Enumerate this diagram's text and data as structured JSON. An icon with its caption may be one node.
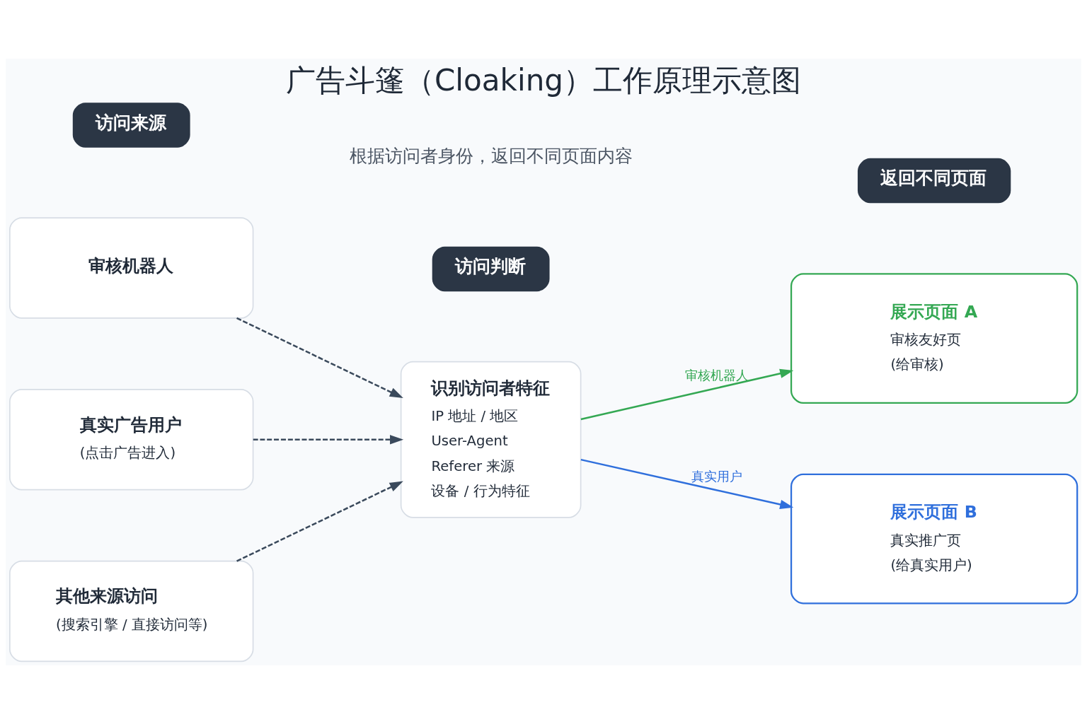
{
  "diagram": {
    "title": "广告斗篷（Cloaking）工作原理示意图",
    "nodes": [
      {
        "text": [
          "访问来源"
        ]
      },
      {
        "text": [
          "访问判断"
        ]
      },
      {
        "text": [
          "返回不同页面"
        ]
      },
      {
        "text": [
          "审核机器人"
        ]
      },
      {
        "text": [
          "真实广告用户",
          "(点击广告进入)"
        ]
      },
      {
        "text": [
          "其他来源访问",
          "(搜索引擎 / 直接访问等)"
        ]
      },
      {
        "text": [
          "识别访问者特征",
          "IP 地址 / 地区",
          "User-Agent",
          "Referer 来源",
          "设备 / 行为特征"
        ]
      },
      {
        "text": [
          "展示页面 A",
          "审核友好页",
          "(给审核)"
        ]
      },
      {
        "text": [
          "展示页面 B",
          "真实推广页",
          "(给真实用户)"
        ]
      }
    ],
    "edges": [
      {
        "from": 3,
        "to": 6,
        "arrow": "to",
        "style": "dashed"
      },
      {
        "from": 4,
        "to": 6,
        "arrow": "to",
        "style": "dashed"
      },
      {
        "from": 5,
        "to": 6,
        "arrow": "to",
        "style": "dashed"
      },
      {
        "from": 6,
        "to": 7,
        "arrow": "to",
        "label": "审核机器人",
        "color": "#34a853"
      },
      {
        "from": 6,
        "to": 8,
        "arrow": "to",
        "label": "真实用户",
        "color": "#2f6fdc"
      }
    ],
    "labels": [
      "根据访问者身份，返回不同页面内容"
    ]
  }
}
